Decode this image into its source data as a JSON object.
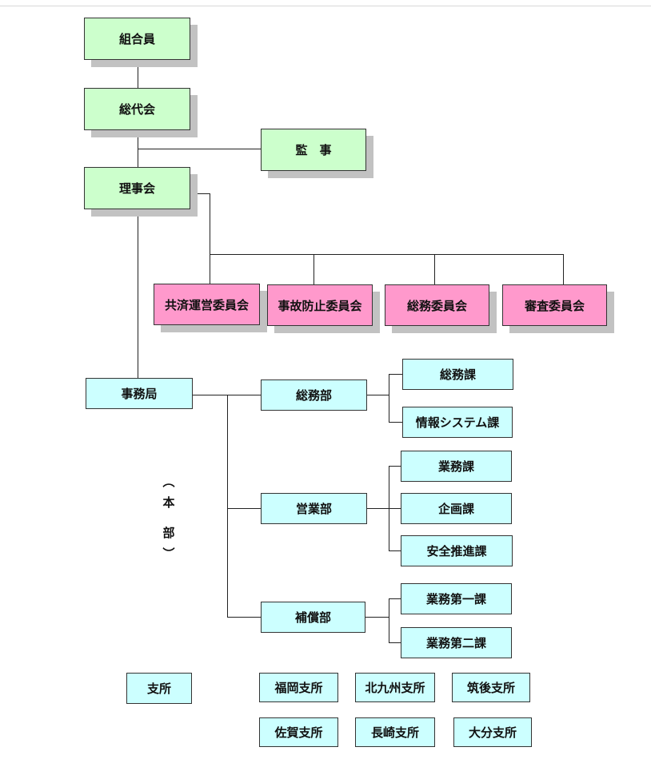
{
  "governance": {
    "members": "組合員",
    "general_assembly": "総代会",
    "auditor": "監　事",
    "board": "理事会"
  },
  "committees": [
    "共済運営委員会",
    "事故防止委員会",
    "総務委員会",
    "審査委員会"
  ],
  "secretariat": {
    "label": "事務局",
    "headquarters_label": [
      "︵",
      "本",
      "部",
      "︶"
    ]
  },
  "departments": {
    "general_affairs": {
      "label": "総務部",
      "sections": [
        "総務課",
        "情報システム課"
      ]
    },
    "business": {
      "label": "営業部",
      "sections": [
        "業務課",
        "企画課",
        "安全推進課"
      ]
    },
    "compensation": {
      "label": "補償部",
      "sections": [
        "業務第一課",
        "業務第二課"
      ]
    }
  },
  "branches": {
    "label": "支所",
    "list": [
      "福岡支所",
      "北九州支所",
      "筑後支所",
      "佐賀支所",
      "長崎支所",
      "大分支所"
    ]
  }
}
